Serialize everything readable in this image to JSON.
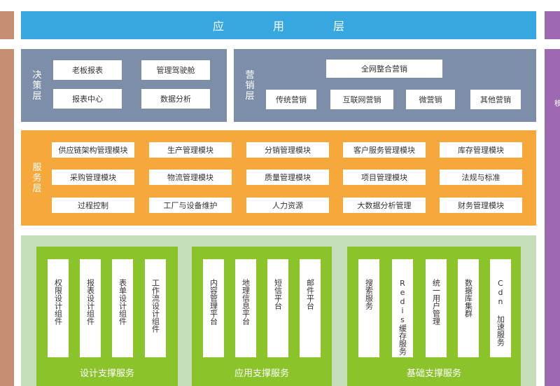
{
  "app_layer": {
    "chars": [
      "应",
      "用",
      "层"
    ]
  },
  "decision": {
    "label": "决策层",
    "items": [
      "老板报表",
      "管理驾驶舱",
      "报表中心",
      "数据分析"
    ]
  },
  "marketing": {
    "label": "营销层",
    "top": "全网整合营销",
    "items": [
      "传统营销",
      "互联网营销",
      "微营销",
      "其他营销"
    ]
  },
  "service": {
    "label": "服务层",
    "rows": [
      [
        "供应链架构管理模块",
        "生产管理模块",
        "分销管理模块",
        "客户服务管理模块",
        "库存管理模块"
      ],
      [
        "采购管理模块",
        "物流管理模块",
        "质量管理模块",
        "项目管理模块",
        "法规与标准"
      ],
      [
        "过程控制",
        "工厂与设备维护",
        "人力资源",
        "大数据分析管理",
        "财务管理模块"
      ]
    ]
  },
  "support": {
    "groups": [
      {
        "label": "设计支撑服务",
        "items": [
          "权限设计组件",
          "报表设计组件",
          "表单设计组件",
          "工作流设计组件"
        ]
      },
      {
        "label": "应用支撑服务",
        "items": [
          "内容管理平台",
          "地理信息平台",
          "短信平台",
          "邮件平台"
        ]
      },
      {
        "label": "基础支撑服务",
        "items": [
          "搜索服务",
          "Redis缓存服务",
          "统一用户管理",
          "数据库集群",
          "Cdn 加速服务"
        ]
      }
    ]
  },
  "right_strip": {
    "char_top": "移"
  },
  "colors": {
    "app": "#36a7df",
    "grey": "#7c8ea8",
    "orange": "#f7a83b",
    "green_bg": "#c5dfbb",
    "green": "#8bc32a",
    "left_strip": "#c68e73",
    "right_strip": "#9d69b0"
  }
}
